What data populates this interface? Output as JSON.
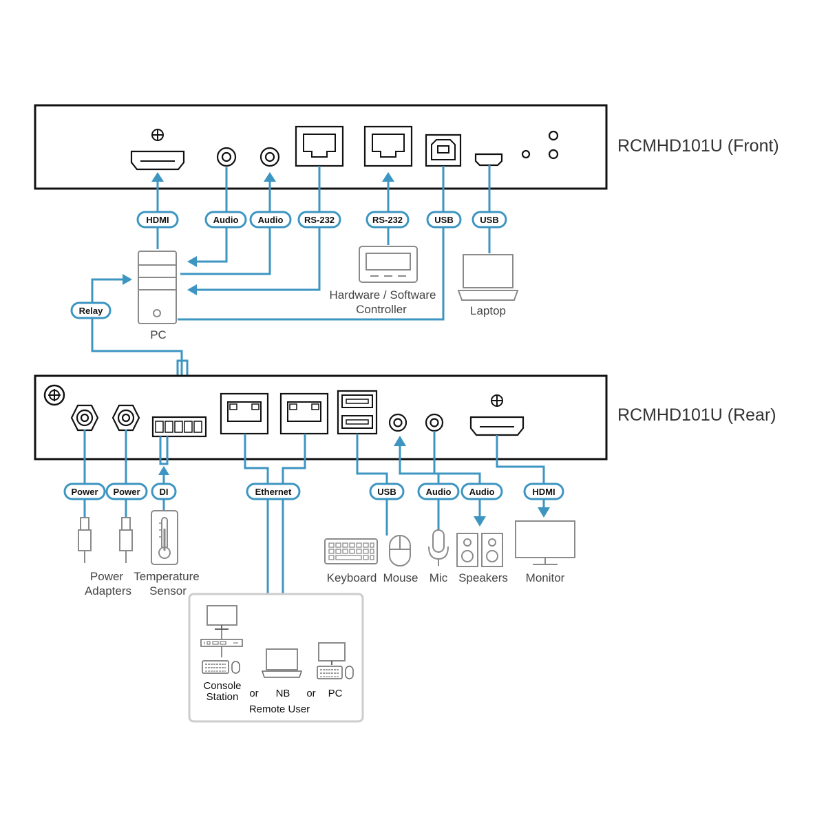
{
  "titles": {
    "front": "RCMHD101U (Front)",
    "rear": "RCMHD101U (Rear)"
  },
  "connectors": {
    "front_hdmi": "HDMI",
    "front_audio_1": "Audio",
    "front_audio_2": "Audio",
    "front_rs232_1": "RS-232",
    "front_rs232_2": "RS-232",
    "front_usb_1": "USB",
    "front_usb_2": "USB",
    "relay": "Relay",
    "rear_power_1": "Power",
    "rear_power_2": "Power",
    "rear_di": "DI",
    "rear_ethernet": "Ethernet",
    "rear_usb": "USB",
    "rear_audio_1": "Audio",
    "rear_audio_2": "Audio",
    "rear_hdmi": "HDMI"
  },
  "devices": {
    "pc": "PC",
    "controller_line1": "Hardware / Software",
    "controller_line2": "Controller",
    "laptop": "Laptop",
    "power_adapters_line1": "Power",
    "power_adapters_line2": "Adapters",
    "temp_sensor_line1": "Temperature",
    "temp_sensor_line2": "Sensor",
    "keyboard": "Keyboard",
    "mouse": "Mouse",
    "mic": "Mic",
    "speakers": "Speakers",
    "monitor": "Monitor"
  },
  "remote": {
    "console_line1": "Console",
    "console_line2": "Station",
    "or_1": "or",
    "nb": "NB",
    "or_2": "or",
    "pc": "PC",
    "caption": "Remote User"
  },
  "colors": {
    "cable": "#3d95c2",
    "device_outline": "#8a8a8a",
    "unit_outline": "#111111"
  }
}
